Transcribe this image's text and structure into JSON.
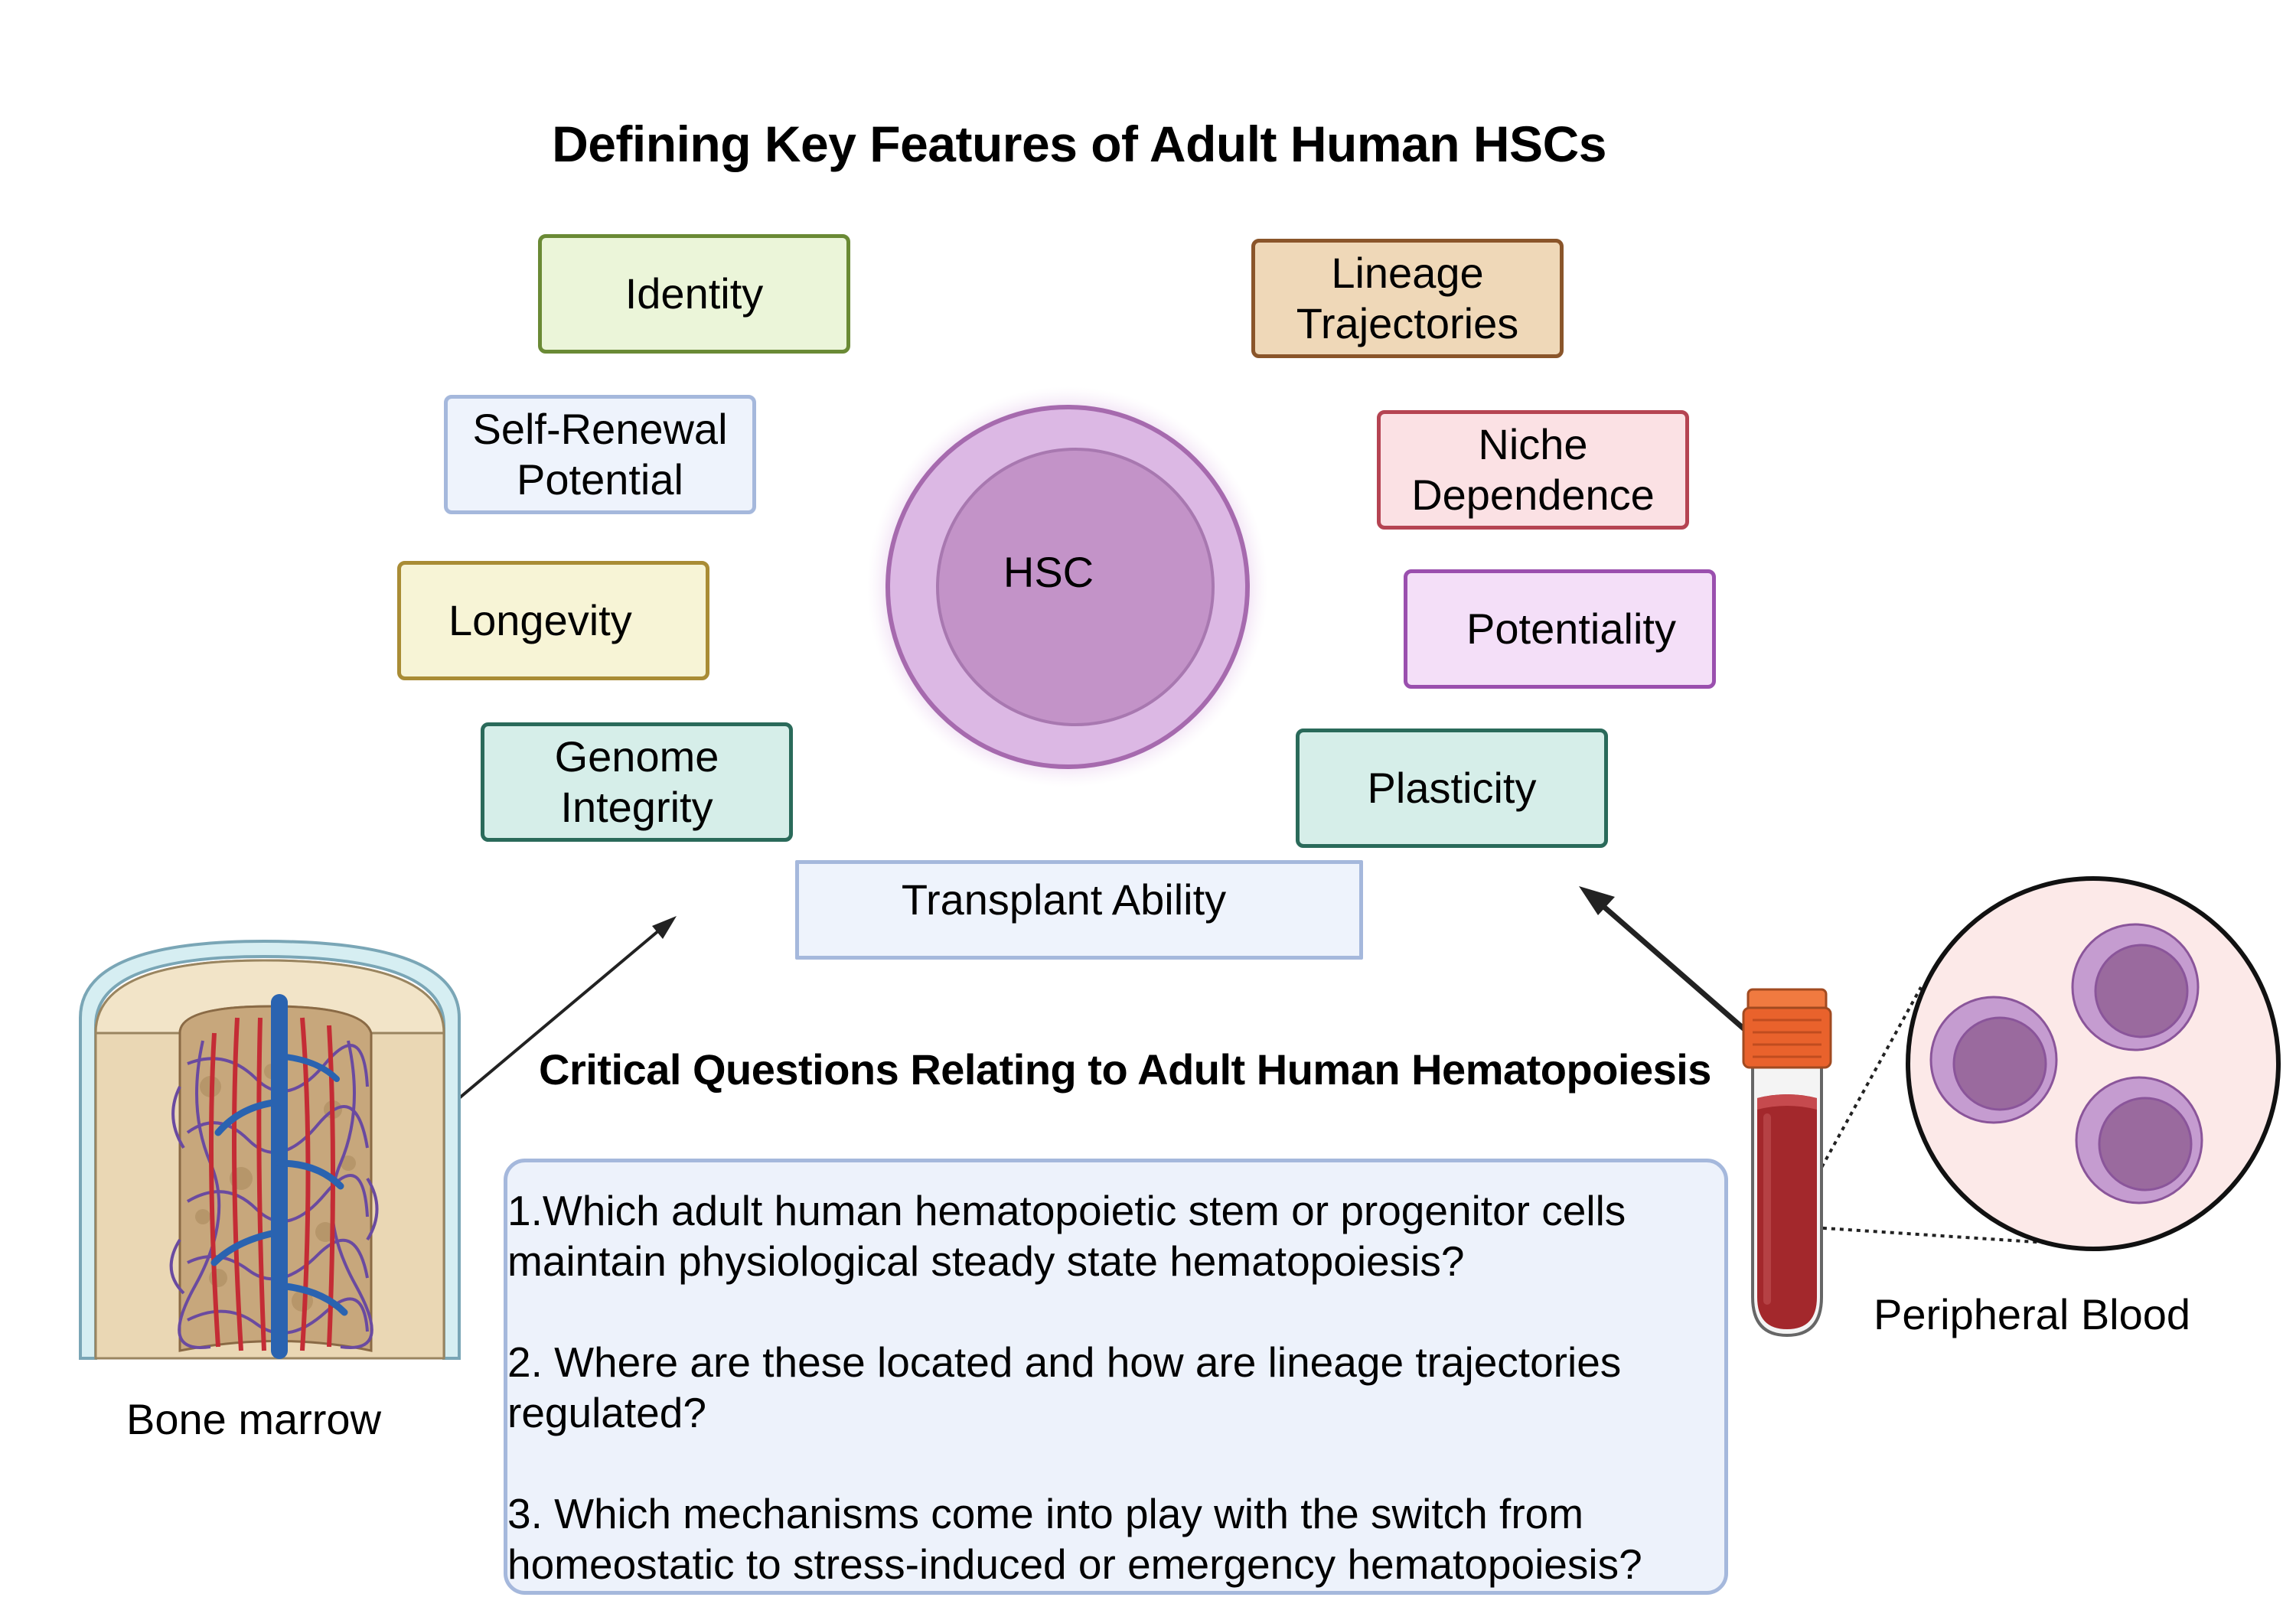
{
  "title": "Defining Key Features of Adult Human HSCs",
  "center_cell_label": "HSC",
  "features": [
    {
      "id": "identity",
      "label": "Identity",
      "fill": "#ebf5d9",
      "border": "#6a8a35"
    },
    {
      "id": "self-renewal",
      "label": "Self-Renewal\nPotential",
      "fill": "#eef3fc",
      "border": "#a5b8dc"
    },
    {
      "id": "longevity",
      "label": "Longevity",
      "fill": "#f7f4d6",
      "border": "#a98c35"
    },
    {
      "id": "genome-integrity",
      "label": "Genome\nIntegrity",
      "fill": "#d6eee9",
      "border": "#2a6a5a"
    },
    {
      "id": "lineage-trajectories",
      "label": "Lineage\nTrajectories",
      "fill": "#efd8b8",
      "border": "#8a552a"
    },
    {
      "id": "niche-dependence",
      "label": "Niche\nDependence",
      "fill": "#fbe1e4",
      "border": "#b54452"
    },
    {
      "id": "potentiality",
      "label": "Potentiality",
      "fill": "#f4dff8",
      "border": "#9a4fae"
    },
    {
      "id": "plasticity",
      "label": "Plasticity",
      "fill": "#d6eee9",
      "border": "#2a6a5a"
    },
    {
      "id": "transplant-ability",
      "label": "Transplant Ability",
      "fill": "#eef3fc",
      "border": "#a5b8dc"
    }
  ],
  "questions_title": "Critical Questions Relating to Adult Human Hematopoiesis",
  "questions": [
    "1.Which adult human hematopoietic stem or progenitor cells maintain physiological steady state hematopoiesis?",
    "2. Where are these located and how are lineage trajectories regulated?",
    "3. Which mechanisms come into play with the switch from homeostatic to stress-induced or emergency hematopoiesis?"
  ],
  "bone_marrow_label": "Bone marrow",
  "peripheral_blood_label": "Peripheral Blood",
  "colors": {
    "hsc_outer": "#dcb8e4",
    "hsc_inner": "#c393c8",
    "hsc_border": "#a66aae",
    "blood": "#a3282c",
    "tube_cap": "#e9622c",
    "bone": "#ead7b4",
    "vessel_red": "#c42c35",
    "vessel_blue": "#2a63b0",
    "vessel_purple": "#6a4aa0"
  }
}
